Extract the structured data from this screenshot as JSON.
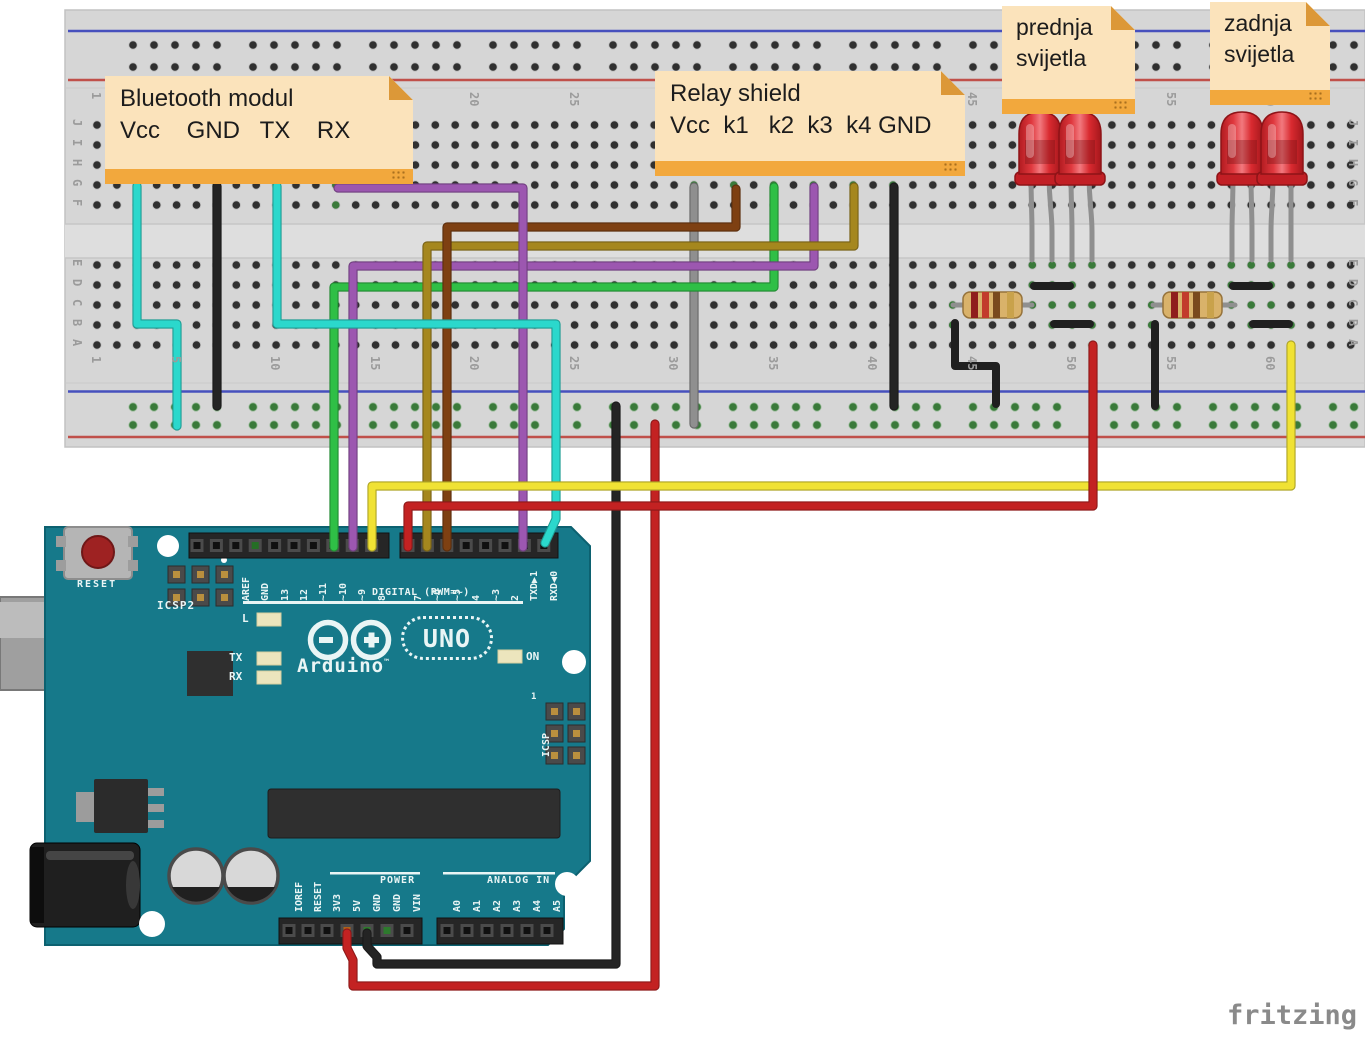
{
  "watermark": "fritzing",
  "notes": {
    "bluetooth": {
      "title": "Bluetooth modul",
      "pins": "Vcc    GND   TX    RX"
    },
    "relay": {
      "title": "Relay shield",
      "pins": "Vcc  k1   k2  k3  k4 GND"
    },
    "front_lights": {
      "line1": "prednja",
      "line2": "svijetla"
    },
    "rear_lights": {
      "line1": "zadnja",
      "line2": "svijetla"
    }
  },
  "breadboard": {
    "rows_top": [
      "J",
      "I",
      "H",
      "G",
      "F"
    ],
    "rows_bottom": [
      "E",
      "D",
      "C",
      "B",
      "A"
    ],
    "columns": [
      "1",
      "5",
      "10",
      "15",
      "20",
      "25",
      "30",
      "35",
      "40",
      "45",
      "50",
      "55",
      "60"
    ]
  },
  "arduino": {
    "reset": "RESET",
    "icsp2": "ICSP2",
    "icsp": "ICSP",
    "icsp_pin1": "1",
    "digital_caption": "DIGITAL (PWM=~)",
    "digital_pins_left": [
      "AREF",
      "GND",
      "13",
      "12",
      "~11",
      "~10",
      "~9",
      "8"
    ],
    "digital_pins_right": [
      "7",
      "~6",
      "~5",
      "4",
      "~3",
      "2",
      "TXD▶1",
      "RXD◀0"
    ],
    "led_l": "L",
    "led_tx": "TX",
    "led_rx": "RX",
    "led_on": "ON",
    "brand": "Arduino",
    "trademark": "™",
    "model": "UNO",
    "power_caption": "POWER",
    "power_pins": [
      "IOREF",
      "RESET",
      "3V3",
      "5V",
      "GND",
      "GND",
      "VIN"
    ],
    "analog_caption": "ANALOG IN",
    "analog_pins": [
      "A0",
      "A1",
      "A2",
      "A3",
      "A4",
      "A5"
    ]
  },
  "components": {
    "led_count": 4,
    "led_color": "red",
    "resistor_count": 2
  },
  "colors": {
    "board_teal": "#16798A",
    "board_edge": "#0C6170",
    "note_fill": "#FBE3BB",
    "note_bar": "#F2A83D",
    "note_fold": "#DC9838",
    "breadboard": "#D6D6D6",
    "rail_red": "#C0504A",
    "rail_blue": "#4750BD",
    "hole_dark": "#303030",
    "hole_green": "#3A7A3A",
    "wire_red": "#C32222",
    "wire_yellow": "#F0E234",
    "wire_green": "#2FBF46",
    "wire_cyan": "#2BD8CC",
    "wire_purple": "#9C57B0",
    "wire_brown": "#7E4012",
    "wire_olive": "#A5871E",
    "wire_black": "#242424",
    "wire_gray": "#8F8F8F",
    "led_red": "#D6252C",
    "silkscreen": "#E9F5F5"
  }
}
